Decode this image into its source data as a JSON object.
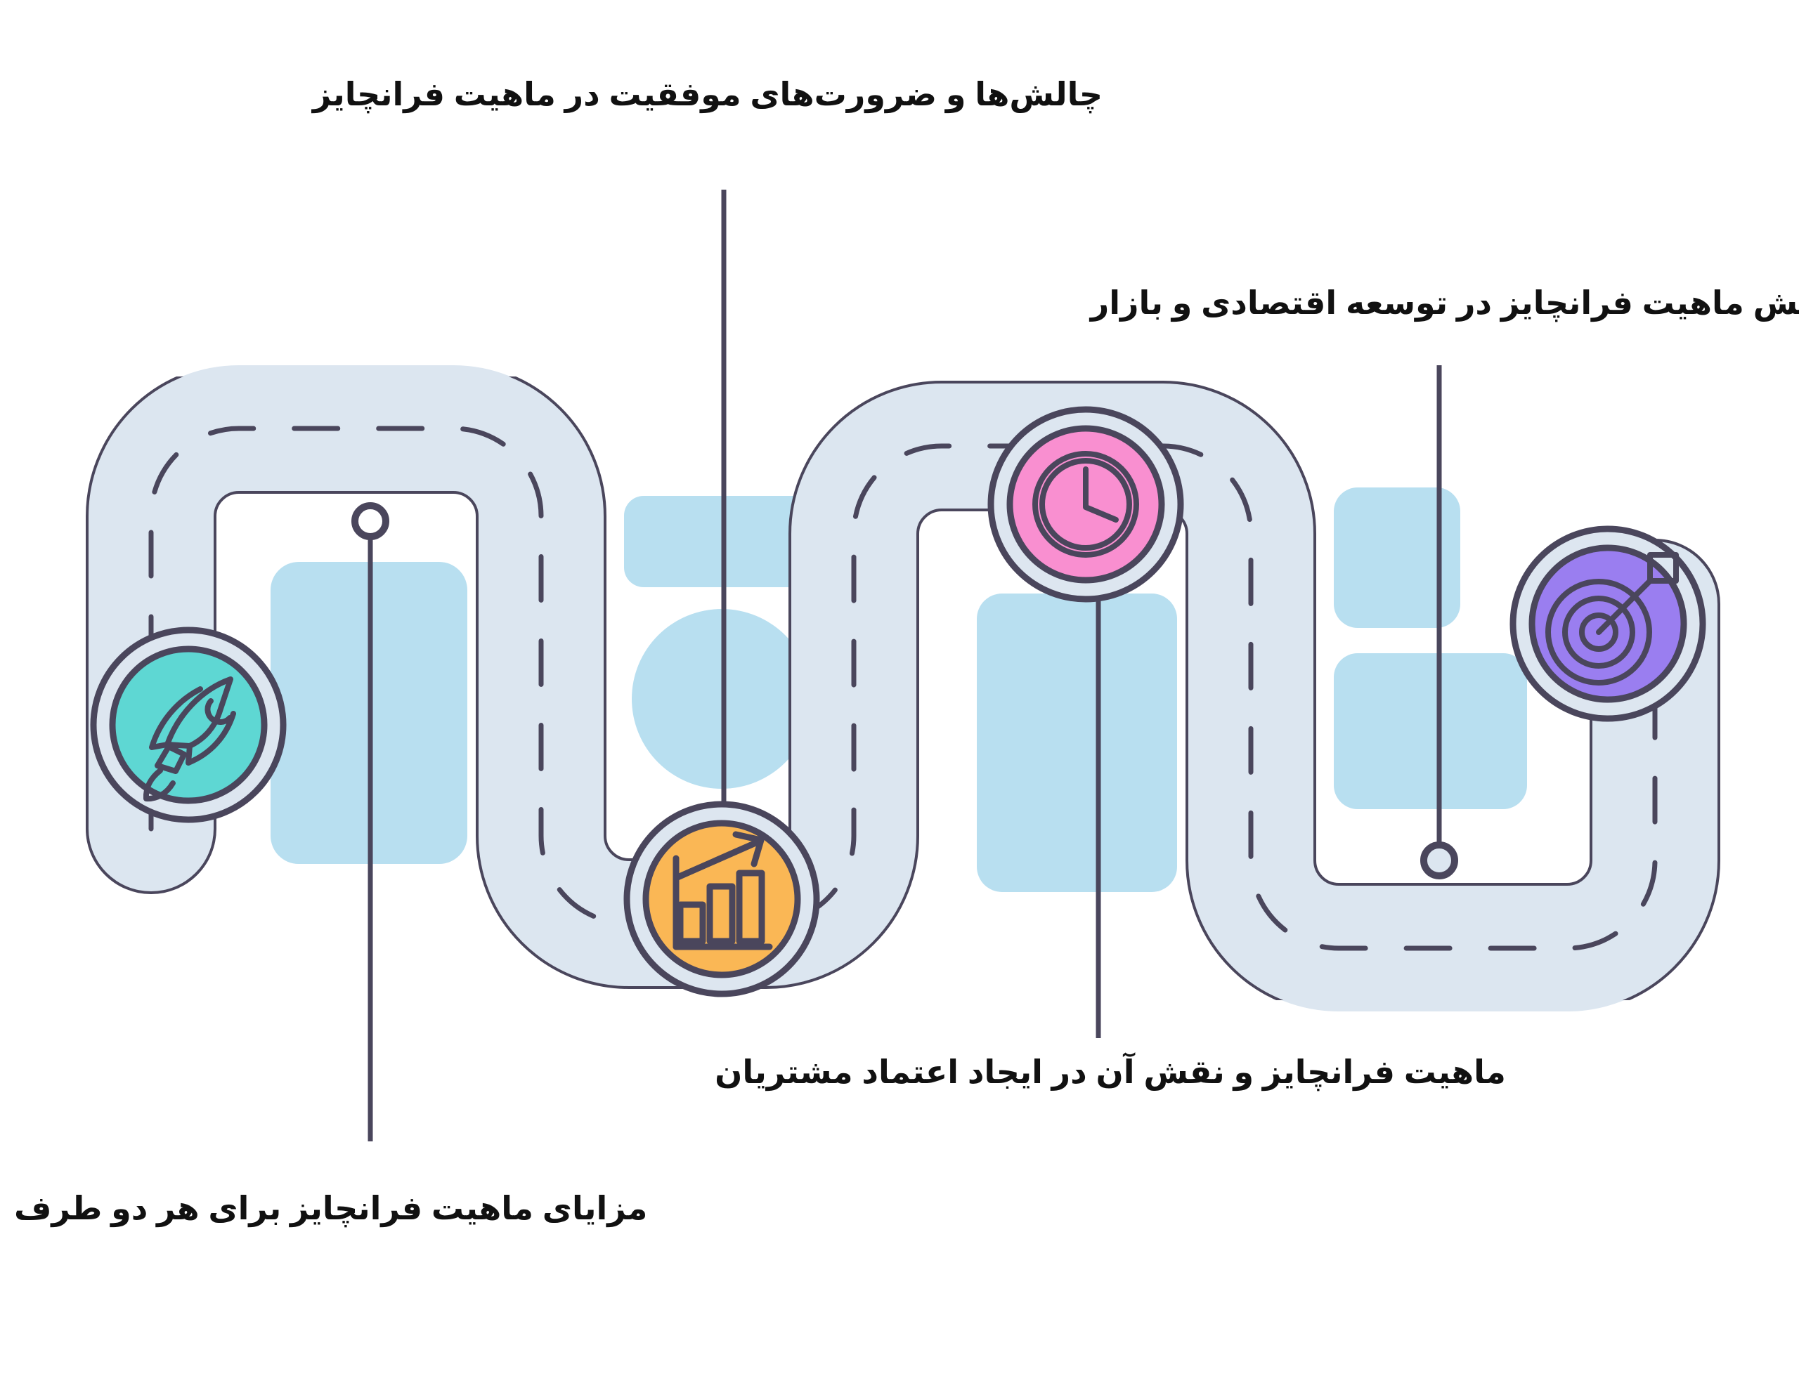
{
  "diagram": {
    "type": "roadmap-infographic",
    "orientation": "rtl",
    "background_color": "#ffffff",
    "stroke_color": "#4a465c",
    "road_fill": "#dce6f0",
    "decor_fill": "#b8dff0",
    "badge_ring_fill": "#dde6f0"
  },
  "labels": {
    "challenges": "چالش‌ها و ضرورت‌های موفقیت در ماهیت فرانچایز",
    "economic": "نقش ماهیت فرانچایز در توسعه اقتصادی و بازار",
    "trust": "ماهیت فرانچایز و نقش آن در ایجاد اعتماد مشتریان",
    "benefits": "مزایای ماهیت فرانچایز برای هر دو طرف"
  },
  "milestones": [
    {
      "id": "rocket",
      "icon": "rocket-icon",
      "color": "#5ed7d3",
      "label_ref": "benefits",
      "position": "far-left"
    },
    {
      "id": "growth",
      "icon": "bar-chart-growth-icon",
      "color": "#f9b košt",
      "accent": "#fab755",
      "label_ref": "challenges",
      "position": "center-left-bottom"
    },
    {
      "id": "clock",
      "icon": "clock-icon",
      "color": "#f98fd0",
      "label_ref": "trust",
      "position": "center-right-top"
    },
    {
      "id": "target",
      "icon": "target-bullseye-icon",
      "color": "#9a7ef0",
      "label_ref": "economic",
      "position": "far-right"
    }
  ],
  "connectors": [
    {
      "id": "connector-challenges",
      "from": "title-top",
      "to": "road-top-left",
      "endpoint": "ring"
    },
    {
      "id": "connector-benefits",
      "from": "road-top-left",
      "to": "label-bottom-left",
      "endpoint": "line"
    },
    {
      "id": "connector-trust",
      "from": "clock-badge",
      "to": "label-bottom-center",
      "endpoint": "line"
    },
    {
      "id": "connector-economic",
      "from": "label-top-right",
      "to": "road-bottom-right",
      "endpoint": "ring"
    }
  ],
  "palette": {
    "teal": "#5ed7d3",
    "orange": "#fab755",
    "pink": "#f98fd0",
    "purple": "#9a7ef0",
    "stroke": "#4a465c",
    "road": "#dce6f0",
    "decor": "#b8dff0",
    "ring": "#dde6f0"
  }
}
